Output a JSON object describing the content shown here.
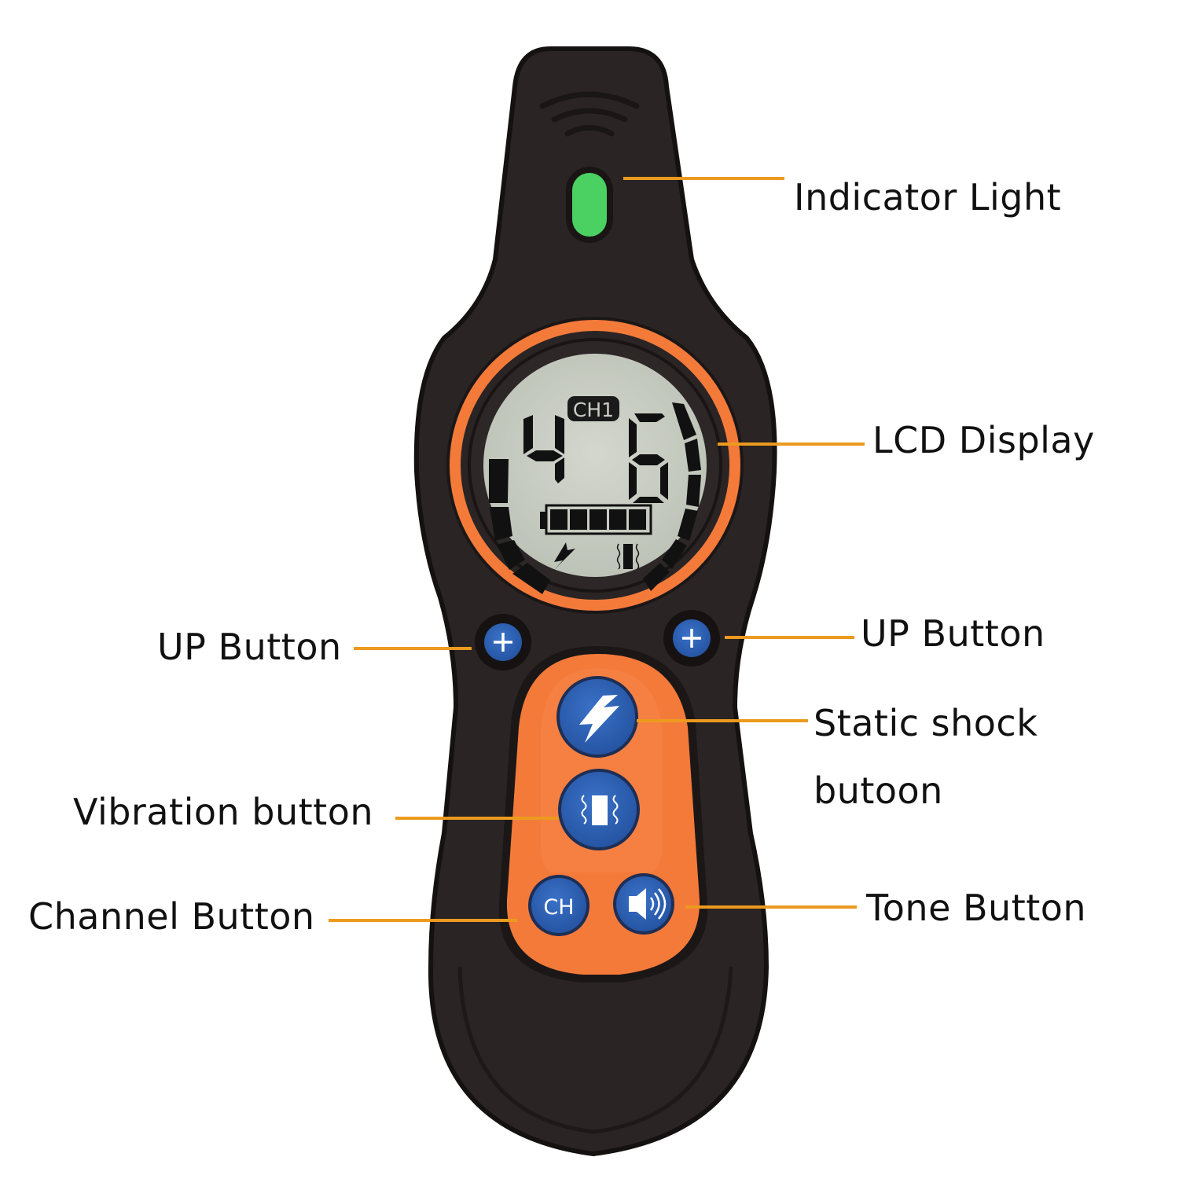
{
  "diagram": {
    "subject": "Remote transmitter",
    "colors": {
      "body": "#2a2424",
      "body_edge": "#1a1515",
      "accent_orange": "#f47a3a",
      "button_blue": "#2e63b8",
      "indicator_green": "#4bd062",
      "lcd_bg": "#c9cdc4",
      "leader_line": "#ec9a1e"
    },
    "labels": {
      "indicator_light": "Indicator Light",
      "lcd_display": "LCD Display",
      "up_button_left": "UP Button",
      "up_button_right": "UP Button",
      "static_shock_line1": "Static shock",
      "static_shock_line2": "butoon",
      "vibration_button": "Vibration button",
      "channel_button": "Channel Button",
      "tone_button": "Tone Button"
    },
    "lcd": {
      "channel": "CH1",
      "left_digit": "4",
      "right_digit": "6",
      "battery_bars": 5
    },
    "buttons": {
      "channel_glyph": "CH",
      "up_glyph": "+"
    },
    "icons": {
      "signal": "wifi-signal-icon",
      "shock": "lightning-bolt-icon",
      "vibration": "vibration-icon",
      "tone": "speaker-icon",
      "battery": "battery-icon"
    }
  }
}
